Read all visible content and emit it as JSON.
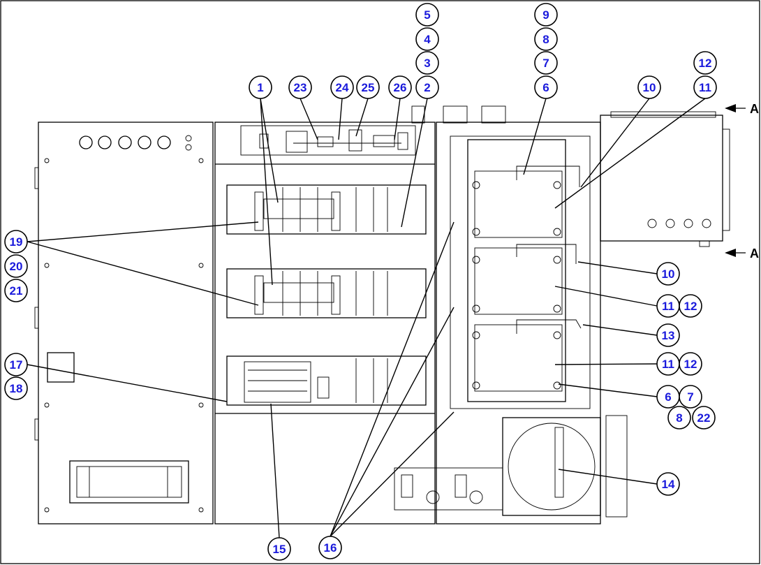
{
  "view_label": "A",
  "callouts": [
    {
      "id": "c1",
      "label": "1"
    },
    {
      "id": "c2",
      "label": "2"
    },
    {
      "id": "c3",
      "label": "3"
    },
    {
      "id": "c4",
      "label": "4"
    },
    {
      "id": "c5",
      "label": "5"
    },
    {
      "id": "c6a",
      "label": "6"
    },
    {
      "id": "c7a",
      "label": "7"
    },
    {
      "id": "c8a",
      "label": "8"
    },
    {
      "id": "c9",
      "label": "9"
    },
    {
      "id": "c10a",
      "label": "10"
    },
    {
      "id": "c11a",
      "label": "11"
    },
    {
      "id": "c12a",
      "label": "12"
    },
    {
      "id": "c10b",
      "label": "10"
    },
    {
      "id": "c11b",
      "label": "11"
    },
    {
      "id": "c12b",
      "label": "12"
    },
    {
      "id": "c13",
      "label": "13"
    },
    {
      "id": "c11c",
      "label": "11"
    },
    {
      "id": "c12c",
      "label": "12"
    },
    {
      "id": "c6b",
      "label": "6"
    },
    {
      "id": "c7b",
      "label": "7"
    },
    {
      "id": "c8b",
      "label": "8"
    },
    {
      "id": "c22",
      "label": "22"
    },
    {
      "id": "c14",
      "label": "14"
    },
    {
      "id": "c15",
      "label": "15"
    },
    {
      "id": "c16",
      "label": "16"
    },
    {
      "id": "c17",
      "label": "17"
    },
    {
      "id": "c18",
      "label": "18"
    },
    {
      "id": "c19",
      "label": "19"
    },
    {
      "id": "c20",
      "label": "20"
    },
    {
      "id": "c21",
      "label": "21"
    },
    {
      "id": "c23",
      "label": "23"
    },
    {
      "id": "c24",
      "label": "24"
    },
    {
      "id": "c25",
      "label": "25"
    },
    {
      "id": "c26",
      "label": "26"
    }
  ]
}
